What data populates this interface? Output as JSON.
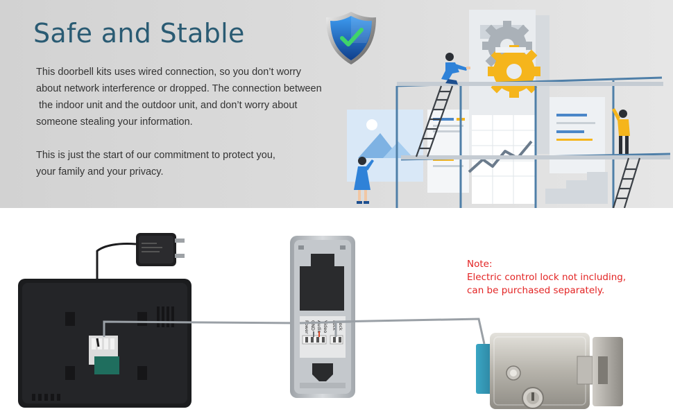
{
  "banner": {
    "title": "Safe and Stable",
    "paragraph1": [
      "This doorbell kits uses wired connection, so you don’t worry",
      "about network interference or dropped. The connection between",
      " the indoor unit and the outdoor unit, and don’t worry about",
      "someone stealing your information."
    ],
    "paragraph2": [
      "This is just the start of our commitment to protect you,",
      "your family and your privacy."
    ]
  },
  "icons": {
    "shield": "shield-check-icon",
    "gear": "gear-icon",
    "chart": "line-chart-icon",
    "image": "image-icon"
  },
  "outdoor_unit": {
    "terminals": [
      "Power",
      "GND",
      "Audio",
      "Video",
      "Lock",
      "Lock"
    ]
  },
  "note": {
    "lines": [
      "Note:",
      "Electric control lock not including,",
      "can be purchased separately."
    ]
  },
  "colors": {
    "title": "#2a5b73",
    "note": "#e32424",
    "shield_blue": "#1f6fd1",
    "gear_yellow": "#f5b51c",
    "scaffold_blue": "#4f7fa8"
  }
}
